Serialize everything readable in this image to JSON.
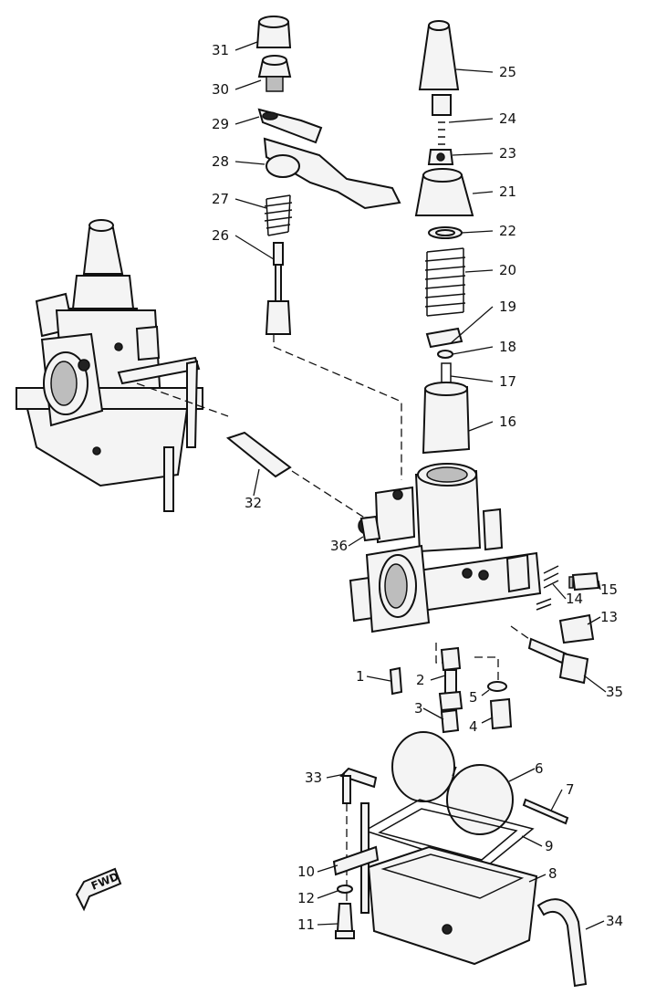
{
  "diagram": {
    "part_numbers": [
      "1",
      "2",
      "3",
      "4",
      "5",
      "6",
      "7",
      "8",
      "9",
      "10",
      "11",
      "12",
      "13",
      "14",
      "15",
      "16",
      "17",
      "18",
      "19",
      "20",
      "21",
      "22",
      "23",
      "24",
      "25",
      "26",
      "27",
      "28",
      "29",
      "30",
      "31",
      "32",
      "33",
      "34",
      "35",
      "36"
    ],
    "fwd_label": "FWD"
  }
}
